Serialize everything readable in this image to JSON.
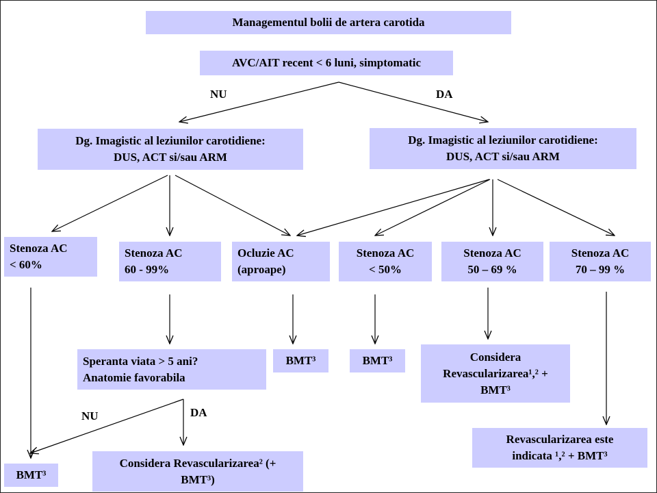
{
  "title": "Managementul bolii de artera carotida",
  "question": "AVC/AIT recent < 6 luni, simptomatic",
  "branch_no": "NU",
  "branch_yes": "DA",
  "imaging_left": {
    "line1": "Dg. Imagistic al leziunilor carotidiene:",
    "line2": "DUS, ACT si/sau ARM"
  },
  "imaging_right": {
    "line1": "Dg. Imagistic al leziunilor carotidiene:",
    "line2": "DUS, ACT si/sau ARM"
  },
  "stenosis_lt60": {
    "line1": "Stenoza AC",
    "line2": "< 60%"
  },
  "stenosis_60_99": {
    "line1": "Stenoza AC",
    "line2": "60 - 99%"
  },
  "occlusion": {
    "line1": "Ocluzie AC",
    "line2": "(aproape)"
  },
  "stenosis_lt50": {
    "line1": "Stenoza AC",
    "line2": "< 50%"
  },
  "stenosis_50_69": {
    "line1": "Stenoza AC",
    "line2": "50 – 69 %"
  },
  "stenosis_70_99": {
    "line1": "Stenoza AC",
    "line2": "70 – 99 %"
  },
  "life_expectancy": {
    "line1": "Speranta viata > 5 ani?",
    "line2": "Anatomie favorabila"
  },
  "bmt_occlusion": "BMT³",
  "bmt_lt50": "BMT³",
  "bmt_lt60": "BMT³",
  "consider_revasc_mid": {
    "line1": "Considera",
    "line2": "Revascularizarea¹,² +",
    "line3": "BMT³"
  },
  "revasc_indicated": {
    "line1": "Revascularizarea este",
    "line2": "indicata ¹,² + BMT³"
  },
  "consider_revasc_bottom": {
    "line1": "Considera Revascularizarea² (+",
    "line2": "BMT³)"
  },
  "sub_branch_no": "NU",
  "sub_branch_yes": "DA"
}
